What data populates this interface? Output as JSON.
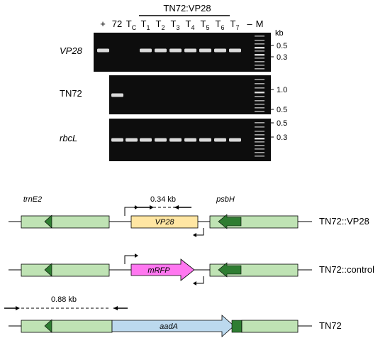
{
  "gel": {
    "lane_labels": [
      "+",
      "72",
      "T",
      "T",
      "T",
      "T",
      "T",
      "T",
      "T",
      "T",
      "–",
      "M"
    ],
    "lane_subscripts": [
      "",
      "",
      "C",
      "1",
      "2",
      "3",
      "4",
      "5",
      "6",
      "7",
      "",
      ""
    ],
    "group_label": "TN72:VP28",
    "kb_label": "kb",
    "panels": [
      {
        "label": "VP28",
        "italic": true,
        "marker_ticks": [
          "0.5",
          "0.3"
        ],
        "bands": [
          true,
          false,
          false,
          true,
          true,
          true,
          true,
          true,
          true,
          true,
          false,
          false
        ]
      },
      {
        "label": "TN72",
        "italic": false,
        "marker_ticks": [
          "1.0",
          "0.5"
        ],
        "bands": [
          false,
          true,
          false,
          false,
          false,
          false,
          false,
          false,
          false,
          false,
          false,
          false
        ]
      },
      {
        "label": "rbcL",
        "italic": true,
        "marker_ticks": [
          "0.5",
          "0.3"
        ],
        "bands": [
          false,
          true,
          true,
          true,
          true,
          true,
          true,
          true,
          true,
          true,
          false,
          false
        ]
      }
    ]
  },
  "map": {
    "trnE2_label": "trnE2",
    "psbH_label": "psbH",
    "rows": [
      {
        "name": "TN72::VP28",
        "insert_label": "VP28",
        "primer_label": "0.34 kb"
      },
      {
        "name": "TN72::control",
        "insert_label": "mRFP"
      },
      {
        "name": "TN72",
        "insert_label": "aadA",
        "primer_label": "0.88 kb"
      }
    ]
  },
  "colors": {
    "gel_bg": "#0d0d0d",
    "band": "#e6e6e6",
    "light_green": "#bfe3b4",
    "dark_green": "#2f7d32",
    "vp28_fill": "#ffe6a3",
    "mrfp_fill": "#ff77f0",
    "aada_fill": "#bcd9ee"
  }
}
